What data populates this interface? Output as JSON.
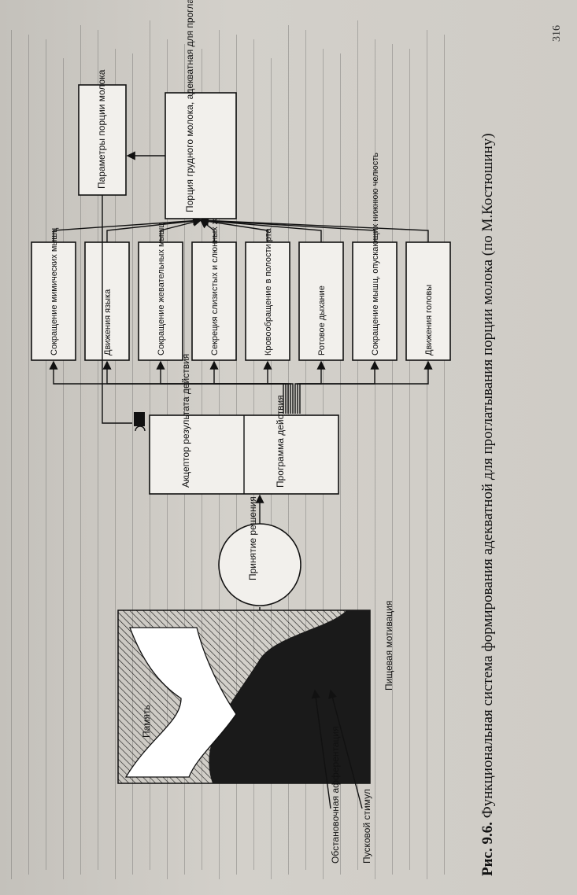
{
  "caption": {
    "figure_number": "Рис. 9.6.",
    "text": "Функциональная система формирования адекватной для проглатывания порции молока (по М.Костюшину)"
  },
  "diagram": {
    "left_labels": {
      "memory": "Память",
      "food_motivation": "Пищевая мотивация",
      "situational_afferentation": "Обстановочная афферентация",
      "trigger_stimulus": "Пусковой стимул"
    },
    "decision": "Принятие решения",
    "acceptor": "Акцептор результата действия",
    "program": "Программа действия",
    "actions": [
      "Сокращение мимических мышц",
      "Движения языка",
      "Сокращение жевательных мышц",
      "Секреция слизистых и слюнных желез",
      "Кровообращение в полости рта",
      "Ротовое дыхание",
      "Сокращение мышц, опускающих нижнюю челюсть",
      "Движения головы"
    ],
    "result": "Порция грудного молока, адекватная для проглатывания",
    "parameters": "Параметры порции молока"
  },
  "page_number": "316"
}
